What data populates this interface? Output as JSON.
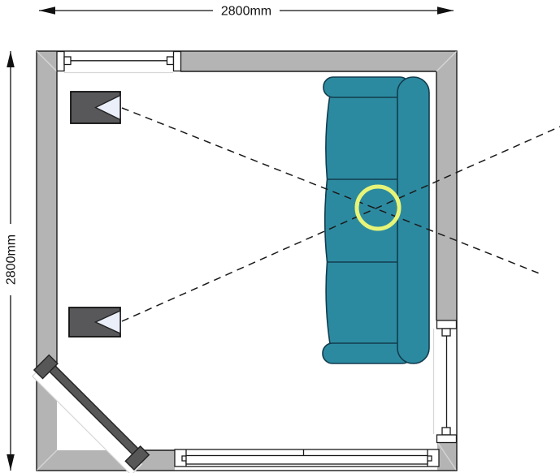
{
  "page": {
    "background": "#ffffff",
    "description": "Room floor plan, top view"
  },
  "dimensions": {
    "width_label": "2800mm",
    "height_label": "2800mm"
  },
  "plan": {
    "objects": {
      "sofa": "sofa",
      "speaker_top": "speaker-symbol",
      "speaker_bottom": "speaker-symbol",
      "listening_position": "listening-position-ring",
      "door": "corner-door",
      "window_top": "window-symbol",
      "window_right": "window-symbol",
      "window_bottom": "window-symbol"
    }
  },
  "colors": {
    "bg": "#ffffff",
    "wall": "#b4b4b5",
    "wall-outline": "#1a1a1a",
    "sofa": "#2c8aa0",
    "sofa-outline": "#123c4e",
    "ring": "#e7f478",
    "speaker": "#58585a",
    "cone": "#eaeffa",
    "door": "#575757",
    "dash": "#1a1a1a",
    "faint": "#d6d6d6",
    "dim": "#111111"
  }
}
